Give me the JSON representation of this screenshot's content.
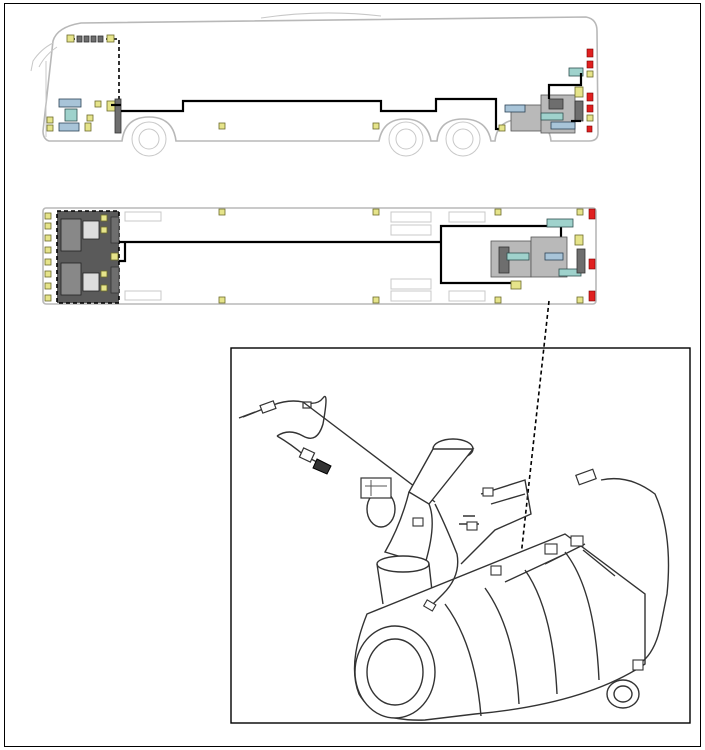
{
  "diagram": {
    "views": [
      "bus-side-view",
      "bus-top-view",
      "exhaust-aftertreatment-detail"
    ],
    "colors": {
      "wiring": "#000000",
      "connector_yellow": "#e6e48a",
      "lamp_red": "#e02020",
      "sensor_teal": "#9fd2cc",
      "module_blue": "#a8c4d8",
      "bus_outline": "#b8b8b8",
      "detail_border": "#000000"
    },
    "icons": [
      "exhaust-temperature-sensor-icon",
      "exhaust-aftertreatment-unit-icon",
      "connector-icon",
      "lamp-icon"
    ]
  }
}
